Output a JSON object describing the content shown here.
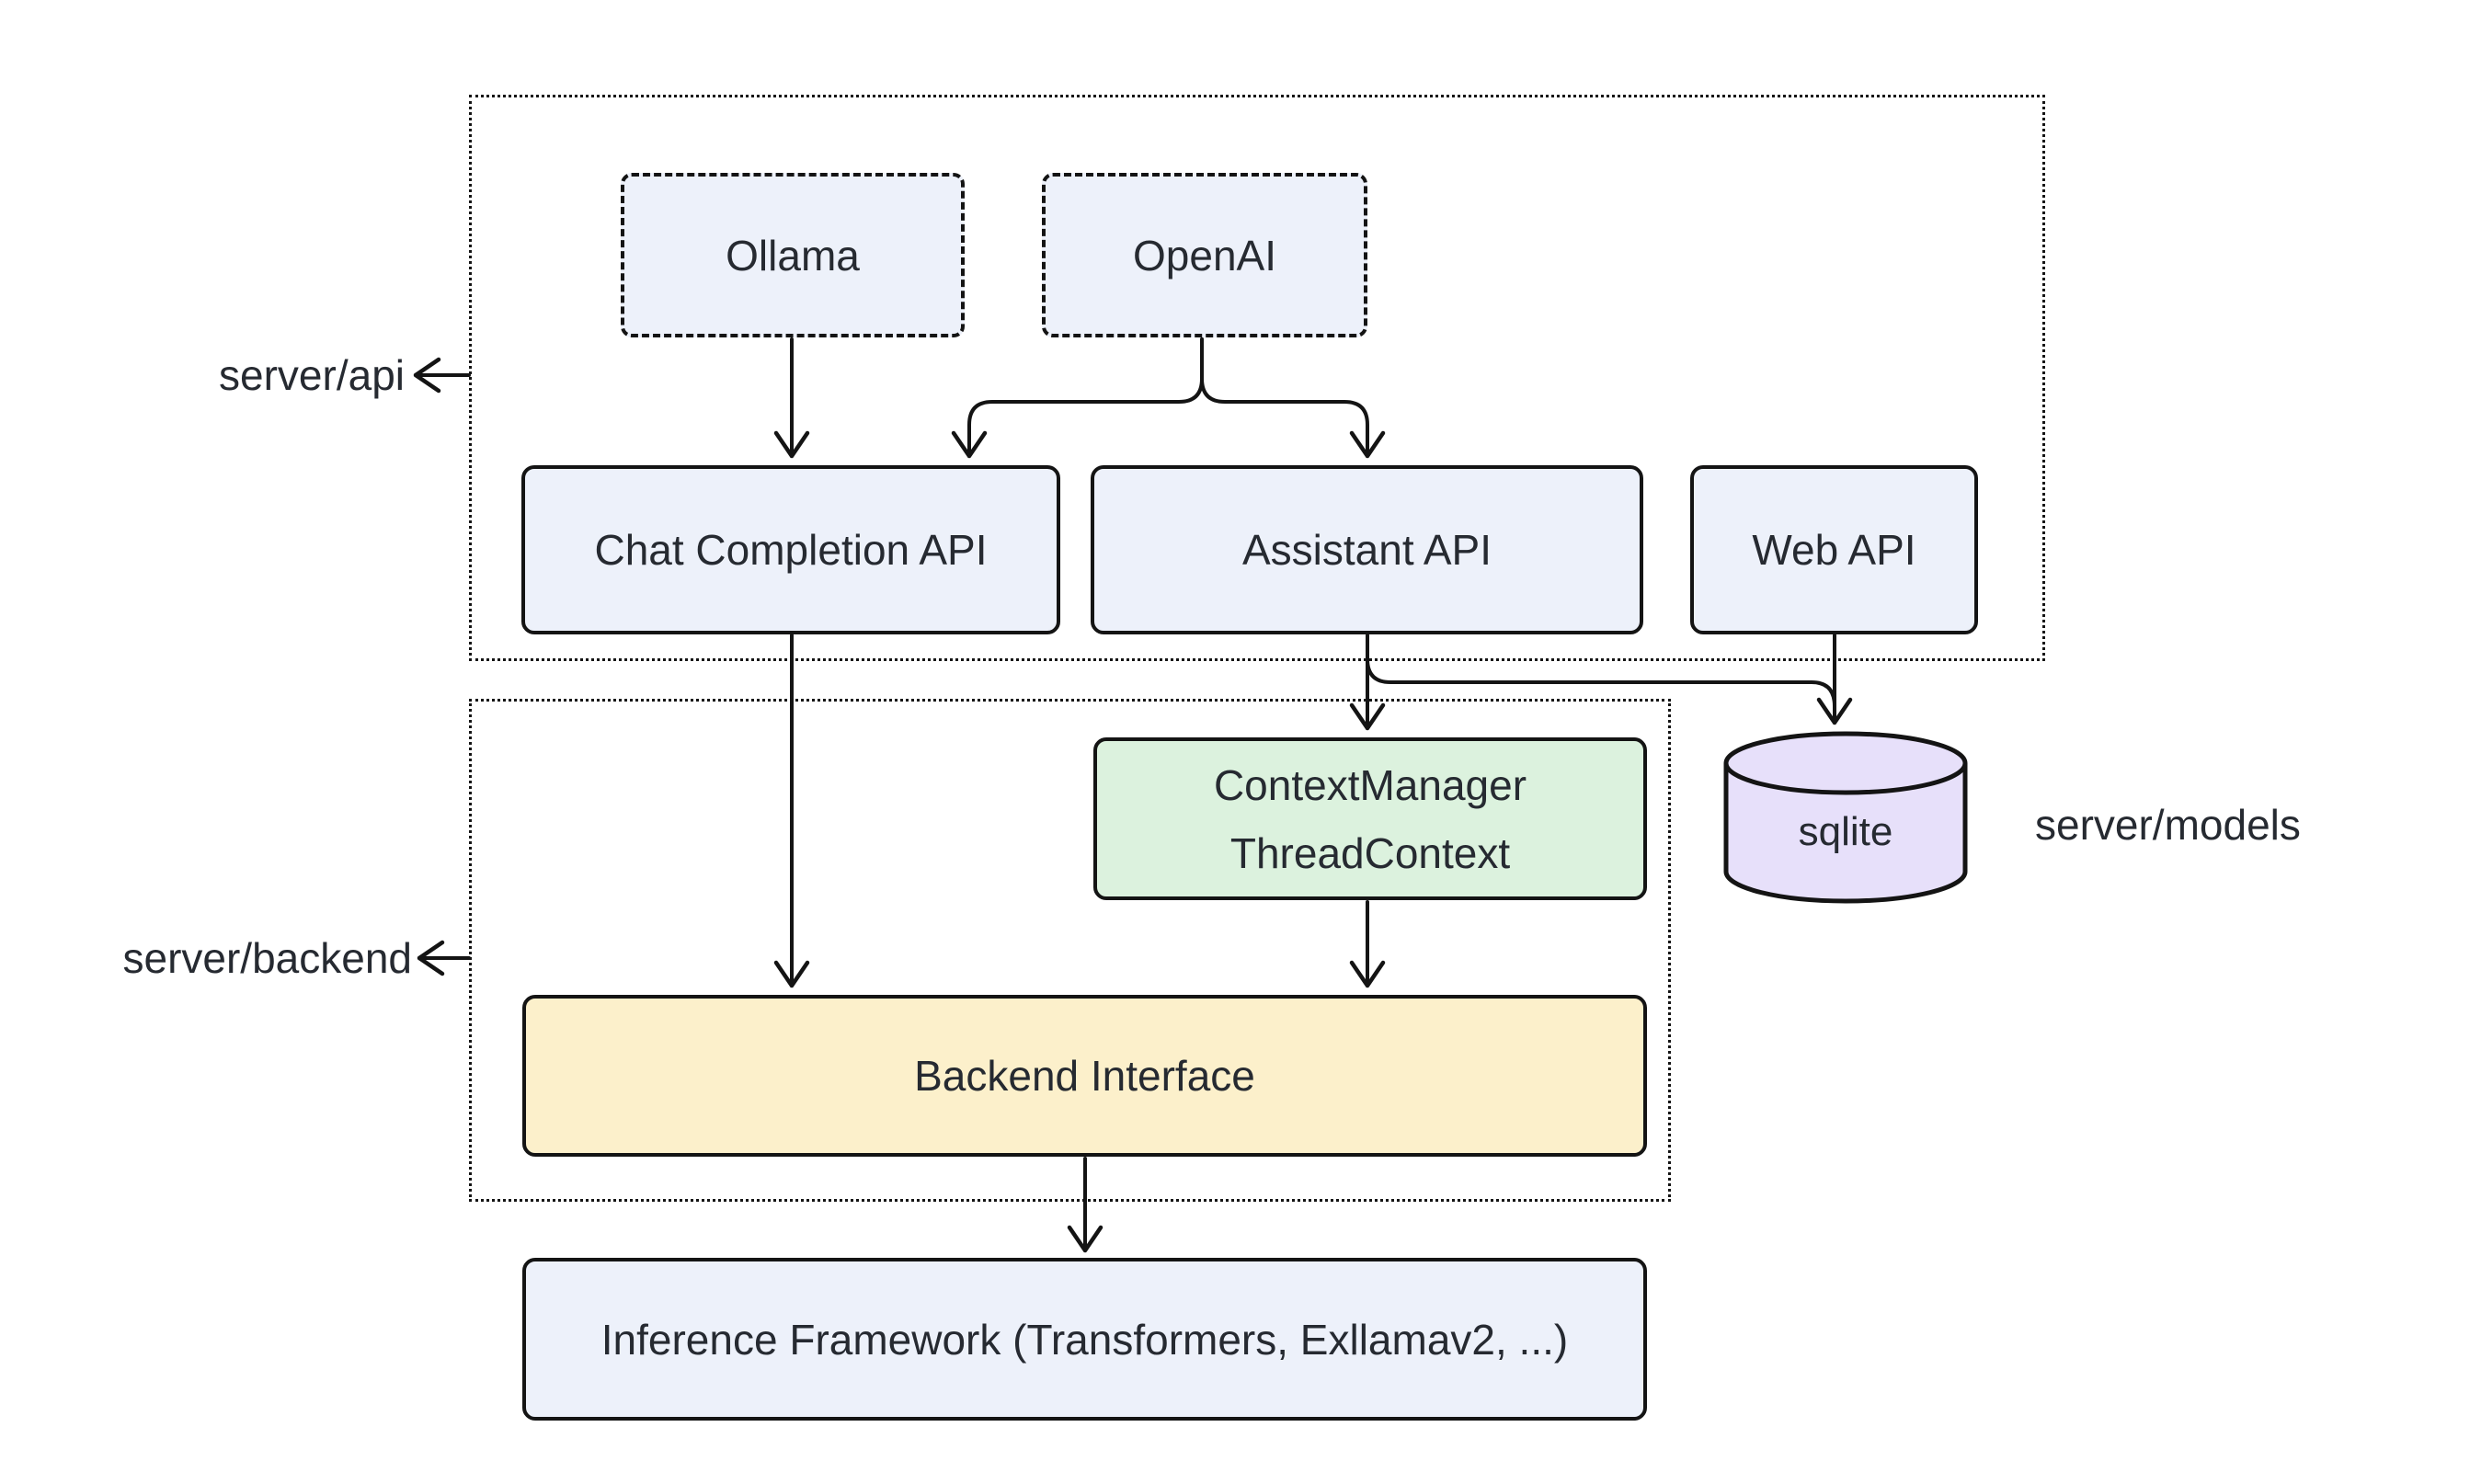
{
  "containers": {
    "server_api": {
      "label": "server/api"
    },
    "server_backend": {
      "label": "server/backend"
    },
    "server_models": {
      "label": "server/models"
    }
  },
  "nodes": {
    "ollama": {
      "label": "Ollama"
    },
    "openai": {
      "label": "OpenAI"
    },
    "chat_completion_api": {
      "label": "Chat Completion API"
    },
    "assistant_api": {
      "label": "Assistant API"
    },
    "web_api": {
      "label": "Web API"
    },
    "context_manager": {
      "line1": "ContextManager",
      "line2": "ThreadContext"
    },
    "sqlite": {
      "label": "sqlite"
    },
    "backend_interface": {
      "label": "Backend Interface"
    },
    "inference_framework": {
      "label": "Inference Framework (Transformers, Exllamav2, ...)"
    }
  },
  "edges": [
    {
      "from": "Ollama",
      "to": "Chat Completion API"
    },
    {
      "from": "OpenAI",
      "to": "Chat Completion API"
    },
    {
      "from": "OpenAI",
      "to": "Assistant API"
    },
    {
      "from": "Chat Completion API",
      "to": "Backend Interface"
    },
    {
      "from": "Assistant API",
      "to": "ContextManager ThreadContext"
    },
    {
      "from": "Assistant API",
      "to": "sqlite"
    },
    {
      "from": "Web API",
      "to": "sqlite"
    },
    {
      "from": "ContextManager ThreadContext",
      "to": "Backend Interface"
    },
    {
      "from": "Backend Interface",
      "to": "Inference Framework (Transformers, Exllamav2, ...)"
    }
  ],
  "colors": {
    "background": "#ffffff",
    "stroke": "#141414",
    "text": "#262a31",
    "node_fill_blue": "#edf1fa",
    "node_fill_green": "#dcf2de",
    "node_fill_yellow": "#fcf0cb",
    "node_fill_purple": "#e7e0fa"
  }
}
